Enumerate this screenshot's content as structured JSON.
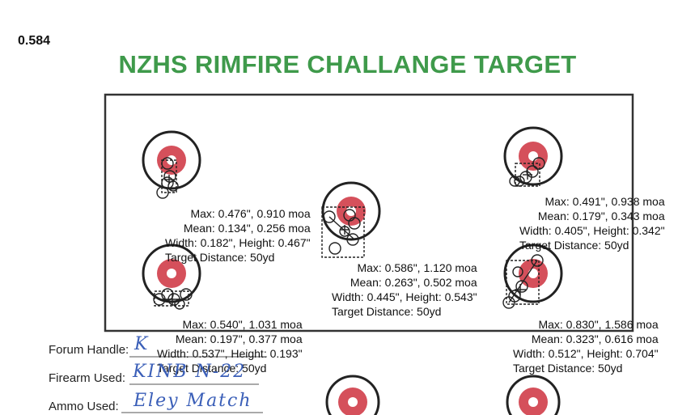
{
  "score": "0.584",
  "title": "NZHS RIMFIRE CHALLANGE TARGET",
  "colors": {
    "title_green": "#3f9a4b",
    "bull_red": "#d5505b",
    "ink": "#222222",
    "handwriting_blue": "#3b5fb8"
  },
  "groups": [
    {
      "id": "top-left",
      "max": "Max: 0.476\", 0.910 moa",
      "mean": "Mean: 0.134\", 0.256 moa",
      "size": "Width: 0.182\", Height: 0.467\"",
      "distance": "Target Distance: 50yd"
    },
    {
      "id": "center",
      "max": "Max: 0.586\", 1.120 moa",
      "mean": "Mean: 0.263\", 0.502 moa",
      "size": "Width: 0.445\", Height: 0.543\"",
      "distance": "Target Distance: 50yd"
    },
    {
      "id": "top-right",
      "max": "Max: 0.491\", 0.938 moa",
      "mean": "Mean: 0.179\", 0.343 moa",
      "size": "Width: 0.405\", Height: 0.342\"",
      "distance": "Target Distance: 50yd"
    },
    {
      "id": "bottom-left",
      "max": "Max: 0.540\", 1.031 moa",
      "mean": "Mean: 0.197\", 0.377 moa",
      "size": "Width: 0.537\", Height: 0.193\"",
      "distance": "Target Distance: 50yd"
    },
    {
      "id": "bottom-right",
      "max": "Max: 0.830\", 1.586 moa",
      "mean": "Mean: 0.323\", 0.616 moa",
      "size": "Width: 0.512\", Height: 0.704\"",
      "distance": "Target Distance: 50yd"
    }
  ],
  "form": {
    "handle_label": "Forum Handle:",
    "handle_value": "K",
    "firearm_label": "Firearm Used:",
    "firearm_value": "KINB N-22",
    "ammo_label": "Ammo Used:",
    "ammo_value": "Eley Match"
  }
}
